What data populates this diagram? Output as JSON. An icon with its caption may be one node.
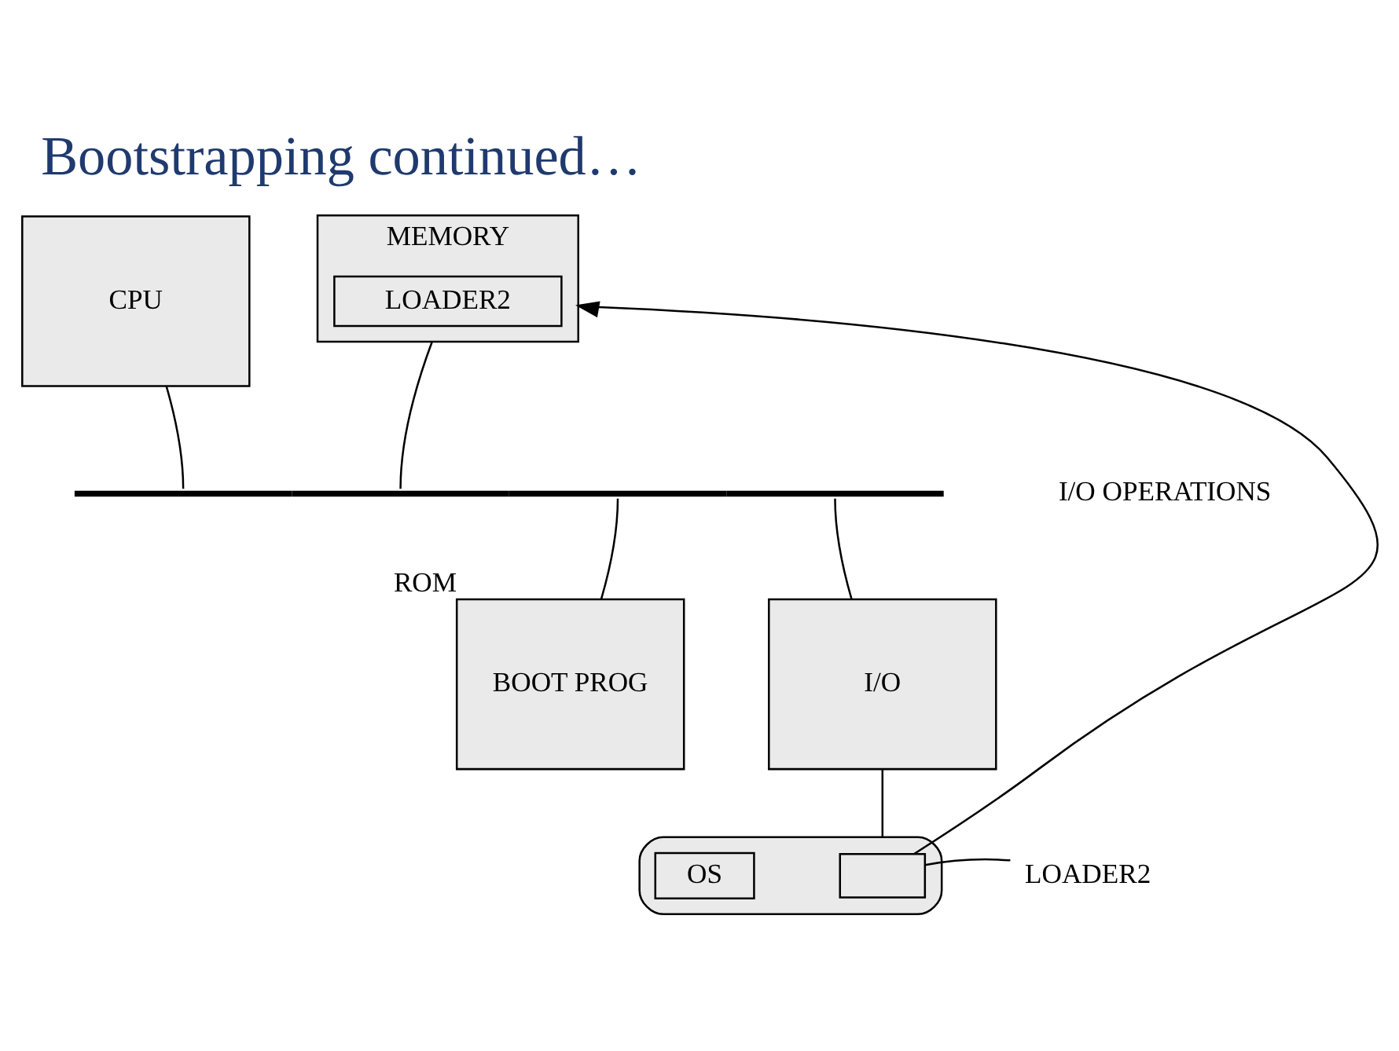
{
  "diagram": {
    "title": "Bootstrapping continued…",
    "nodes": [
      {
        "text": [
          "CPU"
        ]
      },
      {
        "text": [
          "MEMORY"
        ]
      },
      {
        "text": [
          "LOADER2"
        ],
        "in": 1
      },
      {
        "text": [],
        "shape": "bar"
      },
      {
        "text": [
          "BOOT PROG"
        ],
        "beside": [
          "ROM"
        ]
      },
      {
        "text": [
          "I/O"
        ]
      },
      {
        "text": [],
        "shape": "cylinder"
      },
      {
        "text": [],
        "shape": "box",
        "in": 6
      },
      {
        "text": [
          "OS"
        ],
        "in": 6
      },
      {
        "text": [
          "LOADER2"
        ]
      }
    ],
    "edges": [
      {
        "from": 0,
        "to": 3,
        "arrow": "none"
      },
      {
        "from": 1,
        "to": 3,
        "arrow": "none"
      },
      {
        "from": 3,
        "to": 4,
        "arrow": "none"
      },
      {
        "from": 3,
        "to": 5,
        "arrow": "none"
      },
      {
        "from": 5,
        "to": 6,
        "arrow": "none"
      },
      {
        "from": 7,
        "to": 1,
        "arrow": "to"
      },
      {
        "from": 9,
        "to": 7,
        "arrow": "none"
      }
    ],
    "labels": [
      "I/O OPERATIONS"
    ]
  }
}
